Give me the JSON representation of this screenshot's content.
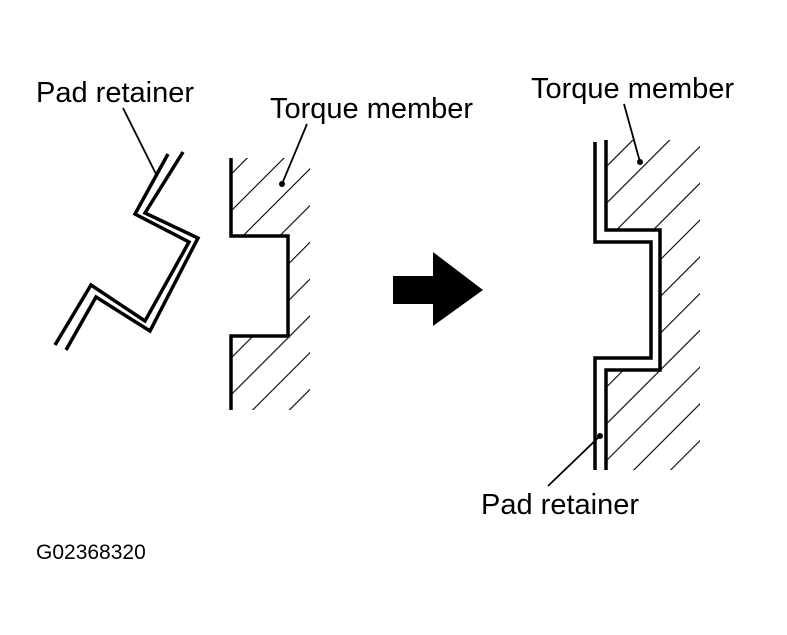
{
  "labels": {
    "left_pad_retainer": "Pad retainer",
    "left_torque_member": "Torque member",
    "right_torque_member": "Torque member",
    "right_pad_retainer": "Pad retainer",
    "figure_code": "G02368320"
  },
  "colors": {
    "ink": "#000000",
    "background": "#ffffff"
  },
  "icons": {
    "arrow": "arrow-right-icon"
  }
}
